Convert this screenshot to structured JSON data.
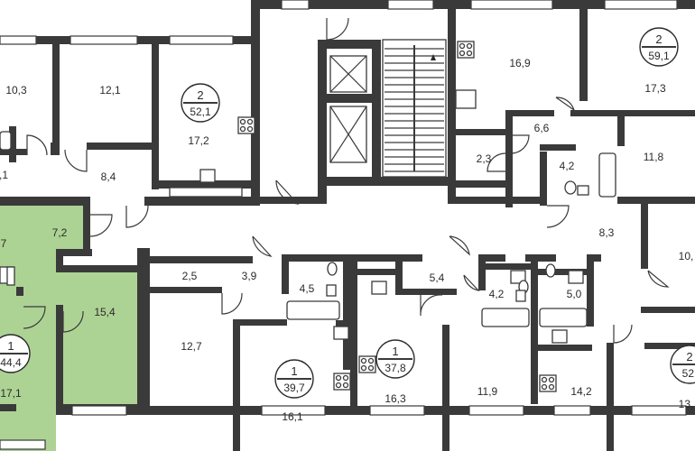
{
  "highlight_color": "#a9d18e",
  "wall_color": "#3a3a3a",
  "room_areas": [
    {
      "id": "r-10-3",
      "label": "10,3"
    },
    {
      "id": "r-12-1",
      "label": "12,1"
    },
    {
      "id": "r-17-2",
      "label": "17,2"
    },
    {
      "id": "r-8-4",
      "label": "8,4"
    },
    {
      "id": "r-1",
      "label": ",1"
    },
    {
      "id": "r-16-9",
      "label": "16,9"
    },
    {
      "id": "r-17-3",
      "label": "17,3"
    },
    {
      "id": "r-6-6",
      "label": "6,6"
    },
    {
      "id": "r-2-3",
      "label": "2,3"
    },
    {
      "id": "r-4-2a",
      "label": "4,2"
    },
    {
      "id": "r-11-8",
      "label": "11,8"
    },
    {
      "id": "r-7-2",
      "label": "7,2"
    },
    {
      "id": "r-7",
      "label": "7"
    },
    {
      "id": "r-15-4",
      "label": "15,4"
    },
    {
      "id": "r-2-5",
      "label": "2,5"
    },
    {
      "id": "r-3-9",
      "label": "3,9"
    },
    {
      "id": "r-4-5",
      "label": "4,5"
    },
    {
      "id": "r-5-4",
      "label": "5,4"
    },
    {
      "id": "r-4-2b",
      "label": "4,2"
    },
    {
      "id": "r-5-0",
      "label": "5,0"
    },
    {
      "id": "r-8-3",
      "label": "8,3"
    },
    {
      "id": "r-10",
      "label": "10,"
    },
    {
      "id": "r-12-7",
      "label": "12,7"
    },
    {
      "id": "r-16-1",
      "label": "16,1"
    },
    {
      "id": "r-16-3",
      "label": "16,3"
    },
    {
      "id": "r-11-9",
      "label": "11,9"
    },
    {
      "id": "r-14-2",
      "label": "14,2"
    },
    {
      "id": "r-17-1",
      "label": "17,1"
    },
    {
      "id": "r-13",
      "label": "13,"
    }
  ],
  "apartments": [
    {
      "id": "apt-a",
      "rooms": "2",
      "area": "52,1"
    },
    {
      "id": "apt-b",
      "rooms": "2",
      "area": "59,1"
    },
    {
      "id": "apt-c",
      "rooms": "1",
      "area": "44,4"
    },
    {
      "id": "apt-d",
      "rooms": "1",
      "area": "39,7"
    },
    {
      "id": "apt-e",
      "rooms": "1",
      "area": "37,8"
    },
    {
      "id": "apt-f",
      "rooms": "2",
      "area": "52,"
    }
  ]
}
